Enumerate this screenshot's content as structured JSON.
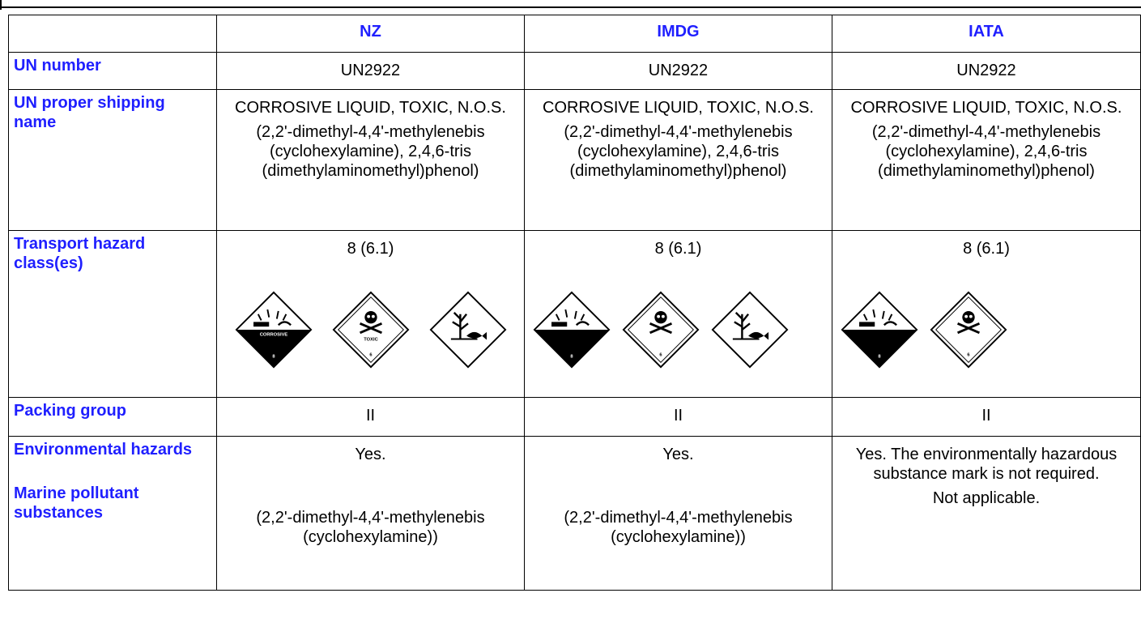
{
  "columns": [
    "",
    "NZ",
    "IMDG",
    "IATA"
  ],
  "labels": {
    "un_number": "UN number",
    "shipping_name": "UN proper shipping name",
    "hazard_class": "Transport hazard class(es)",
    "packing_group": "Packing group",
    "env_hazards": "Environmental hazards",
    "marine_pollutant": "Marine pollutant substances"
  },
  "nz": {
    "un_number": "UN2922",
    "shipping_name_1": "CORROSIVE LIQUID, TOXIC, N.O.S.",
    "shipping_name_2": "(2,2'-dimethyl-4,4'-methylenebis (cyclohexylamine), 2,4,6-tris (dimethylaminomethyl)phenol)",
    "hazard_class": "8 (6.1)",
    "pictograms": [
      "corrosive-diamond-icon",
      "toxic-diamond-icon",
      "environment-diamond-icon"
    ],
    "pictogram_texts": {
      "corrosive": "CORROSIVE",
      "corrosive_num": "8",
      "toxic": "TOXIC",
      "toxic_num": "6"
    },
    "packing_group": "II",
    "env_hazards": "Yes.",
    "marine_pollutant": "(2,2'-dimethyl-4,4'-methylenebis (cyclohexylamine))"
  },
  "imdg": {
    "un_number": "UN2922",
    "shipping_name_1": "CORROSIVE LIQUID, TOXIC, N.O.S.",
    "shipping_name_2": "(2,2'-dimethyl-4,4'-methylenebis (cyclohexylamine), 2,4,6-tris (dimethylaminomethyl)phenol)",
    "hazard_class": "8 (6.1)",
    "pictograms": [
      "corrosive-diamond-icon",
      "toxic-diamond-icon",
      "environment-diamond-icon"
    ],
    "pictogram_texts": {
      "corrosive_num": "8",
      "toxic_num": "6"
    },
    "packing_group": "II",
    "env_hazards": "Yes.",
    "marine_pollutant": "(2,2'-dimethyl-4,4'-methylenebis (cyclohexylamine))"
  },
  "iata": {
    "un_number": "UN2922",
    "shipping_name_1": "CORROSIVE LIQUID, TOXIC, N.O.S.",
    "shipping_name_2": "(2,2'-dimethyl-4,4'-methylenebis (cyclohexylamine), 2,4,6-tris (dimethylaminomethyl)phenol)",
    "hazard_class": "8 (6.1)",
    "pictograms": [
      "corrosive-diamond-icon",
      "toxic-diamond-icon"
    ],
    "pictogram_texts": {
      "corrosive_num": "8",
      "toxic_num": "6"
    },
    "packing_group": "II",
    "env_hazards": "Yes. The environmentally hazardous substance mark is not required.",
    "marine_pollutant": "Not applicable."
  },
  "colors": {
    "label_blue": "#1f1fff",
    "border": "#000000",
    "diamond_fill": "#000000"
  }
}
